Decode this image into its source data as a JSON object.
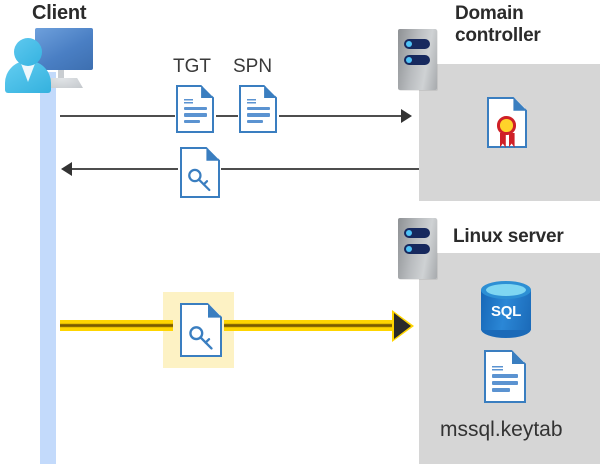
{
  "diagram": {
    "title_client": "Client",
    "title_domain_controller": "Domain\ncontroller",
    "title_linux_server": "Linux server"
  },
  "labels": {
    "tgt": "TGT",
    "spn": "SPN",
    "keytab_filename": "mssql.keytab",
    "sql_db": "SQL"
  },
  "icons": {
    "client": "client-workstation-icon",
    "dc_server": "server-rack-icon",
    "linux_server": "server-rack-icon",
    "tgt_doc": "document-icon",
    "spn_doc": "document-icon",
    "ticket_key_doc": "document-with-key-icon",
    "service_ticket_key_doc": "document-with-key-icon",
    "certificate": "certificate-document-icon",
    "sql_database": "sql-database-icon",
    "keytab_doc": "document-icon"
  },
  "flows": [
    {
      "name": "client-to-dc-request",
      "direction": "right",
      "from": "Client",
      "to": "Domain controller",
      "payload": [
        "TGT",
        "SPN"
      ]
    },
    {
      "name": "dc-to-client-response",
      "direction": "left",
      "from": "Domain controller",
      "to": "Client",
      "payload": [
        "service ticket"
      ]
    },
    {
      "name": "client-to-linux-service-ticket",
      "direction": "right",
      "from": "Client",
      "to": "Linux server",
      "payload": [
        "service ticket"
      ],
      "highlighted": true
    }
  ],
  "colors": {
    "panel_gray": "#d6d6d6",
    "lifeline_blue": "#c3dafb",
    "highlight_yellow": "#fdf2c4",
    "arrow_yellow": "#ffd500",
    "doc_blue": "#3a7ec0",
    "sql_blue": "#1b6ab8",
    "arrow_gray": "#4d4d4d",
    "text_dark": "#2b2b2b"
  }
}
